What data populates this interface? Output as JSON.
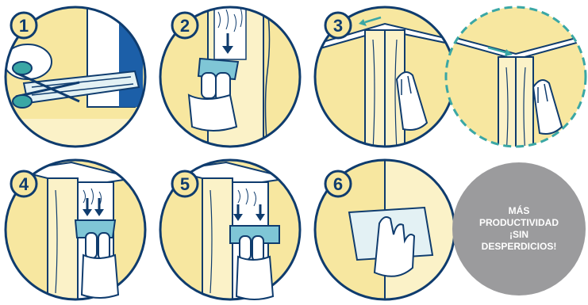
{
  "steps": [
    {
      "number": "1"
    },
    {
      "number": "2"
    },
    {
      "number": "3"
    },
    {
      "number": "4"
    },
    {
      "number": "5"
    },
    {
      "number": "6"
    }
  ],
  "badge": {
    "line1": "MÁS",
    "line2": "PRODUCTIVIDAD",
    "line3": "¡SIN",
    "line4": "DESPERDICIOS!"
  },
  "colors": {
    "outline": "#0f3c6e",
    "wall_yellow": "#f7e7a0",
    "wall_light": "#fbf2c8",
    "tape_blue": "#7fc6d6",
    "accent_teal": "#3aa7a5",
    "badge_gray": "#9b9b9d"
  }
}
